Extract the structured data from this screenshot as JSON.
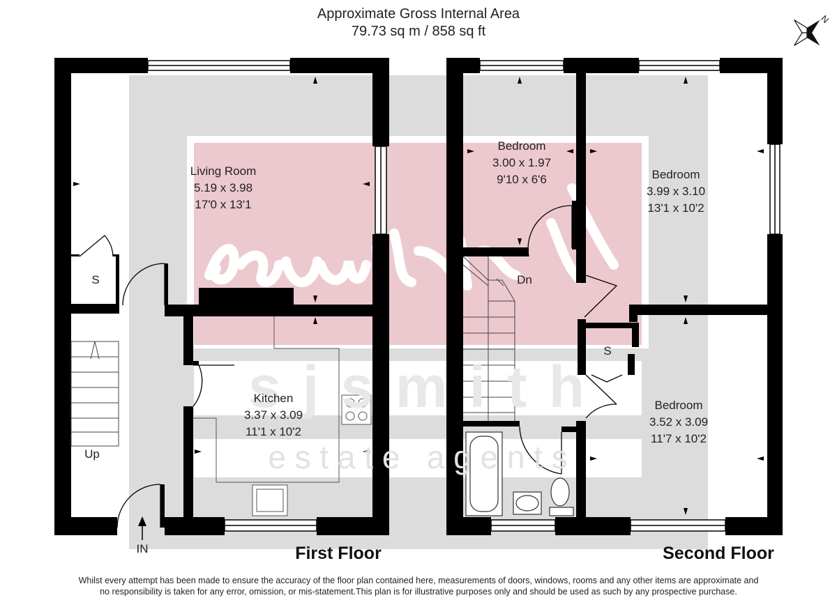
{
  "header": {
    "title": "Approximate Gross Internal Area",
    "area": "79.73 sq m / 858 sq ft"
  },
  "compass": {
    "label": "N",
    "icon": "compass-north-icon"
  },
  "watermark": {
    "brand_signature": "sjsmith",
    "brand_name": "s j s m i t h",
    "tagline": "e s t a t e   a g e n t s"
  },
  "first_floor": {
    "label": "First Floor",
    "rooms": {
      "living_room": {
        "name": "Living Room",
        "metric": "5.19 x 3.98",
        "imperial": "17'0 x 13'1"
      },
      "kitchen": {
        "name": "Kitchen",
        "metric": "3.37 x 3.09",
        "imperial": "11'1 x 10'2"
      }
    },
    "store": "S",
    "stairs": "Up",
    "entrance": "IN"
  },
  "second_floor": {
    "label": "Second Floor",
    "rooms": {
      "bedroom_small": {
        "name": "Bedroom",
        "metric": "3.00 x 1.97",
        "imperial": "9'10 x 6'6"
      },
      "bedroom_large": {
        "name": "Bedroom",
        "metric": "3.99 x 3.10",
        "imperial": "13'1 x 10'2"
      },
      "bedroom_third": {
        "name": "Bedroom",
        "metric": "3.52 x 3.09",
        "imperial": "11'7 x 10'2"
      }
    },
    "store": "S",
    "stairs": "Dn"
  },
  "disclaimer": {
    "line1": "Whilst every attempt has been made to ensure the accuracy of the floor plan contained here, measurements of doors, windows, rooms and any other items are approximate and",
    "line2": "no responsibility is taken for any error, omission, or mis-statement.This plan is for illustrative purposes only and should be used as such by any prospective purchase."
  },
  "colors": {
    "wall": "#000000",
    "watermark_grey": "#d9d9d9",
    "watermark_pink": "#e9c6cc",
    "watermark_logo_pink": "#e0aab5",
    "text": "#222222"
  }
}
